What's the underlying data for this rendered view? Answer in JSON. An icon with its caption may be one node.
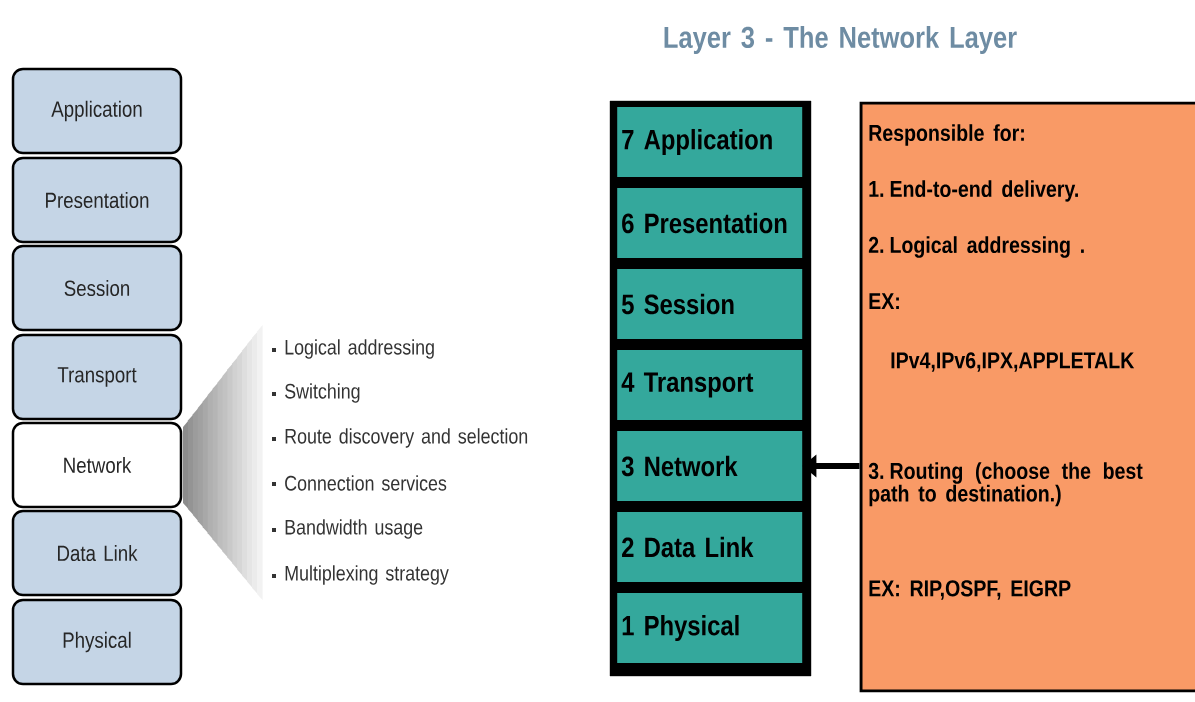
{
  "diagram": {
    "title": "Layer 3 - The Network Layer",
    "nodes": [
      {
        "text": [
          "Application"
        ]
      },
      {
        "text": [
          "Presentation"
        ]
      },
      {
        "text": [
          "Session"
        ]
      },
      {
        "text": [
          "Transport"
        ]
      },
      {
        "text": [
          "Network"
        ]
      },
      {
        "text": [
          "Data Link"
        ]
      },
      {
        "text": [
          "Physical"
        ]
      },
      {
        "text": [
          "Logical addressing",
          "Switching",
          "Route discovery and selection",
          "Connection services",
          "Bandwidth usage",
          "Multiplexing strategy"
        ]
      },
      {
        "text": [],
        "shape": "box"
      },
      {
        "text": [
          "7 Application"
        ],
        "in": 8
      },
      {
        "text": [
          "6 Presentation"
        ],
        "in": 8
      },
      {
        "text": [
          "5 Session"
        ],
        "in": 8
      },
      {
        "text": [
          "4 Transport"
        ],
        "in": 8
      },
      {
        "text": [
          "3 Network"
        ],
        "in": 8
      },
      {
        "text": [
          "2 Data Link"
        ],
        "in": 8
      },
      {
        "text": [
          "1 Physical"
        ],
        "in": 8
      },
      {
        "text": [
          "Responsible for:",
          "1. End-to-end delivery.",
          "2. Logical addressing .",
          "EX:",
          "IPv4,IPv6,IPX,APPLETALK",
          "3. Routing (choose the best path to destination.)",
          "EX: RIP,OSPF, EIGRP"
        ]
      }
    ],
    "edges": [
      {
        "from": 16,
        "to": 13,
        "arrow": "to"
      }
    ]
  }
}
